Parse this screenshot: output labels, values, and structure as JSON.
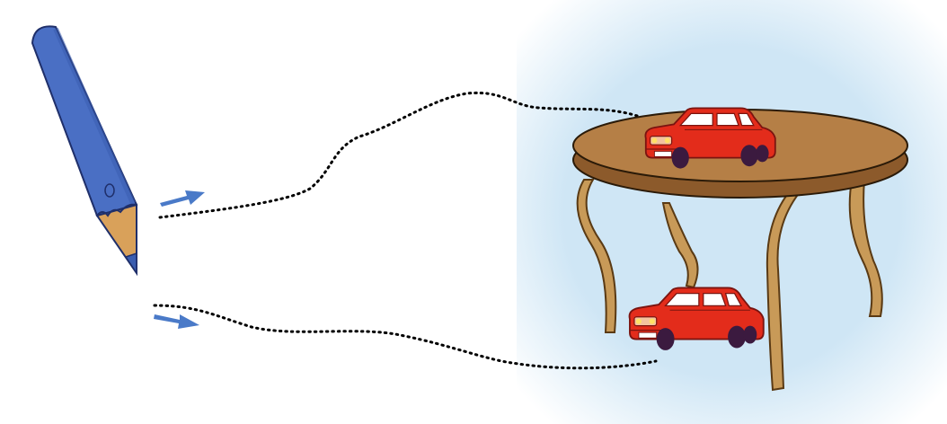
{
  "scene": {
    "pencil": {
      "body_color": "#4a6fc4",
      "wood_color": "#d9a15a",
      "lead_color": "#3a5db0"
    },
    "arrows": {
      "color": "#4a7ac8",
      "count": 2
    },
    "background": {
      "color": "#cfe6f5"
    },
    "table": {
      "top_color": "#b57f46",
      "edge_color": "#8c5a2b",
      "leg_color": "#c89a58"
    },
    "cars": {
      "count": 2,
      "body_color": "#e32c1b",
      "window_color": "#ffffff",
      "tire_color": "#3b1a3f"
    },
    "paths": {
      "style": "dotted",
      "color": "#000000",
      "count": 2
    }
  }
}
